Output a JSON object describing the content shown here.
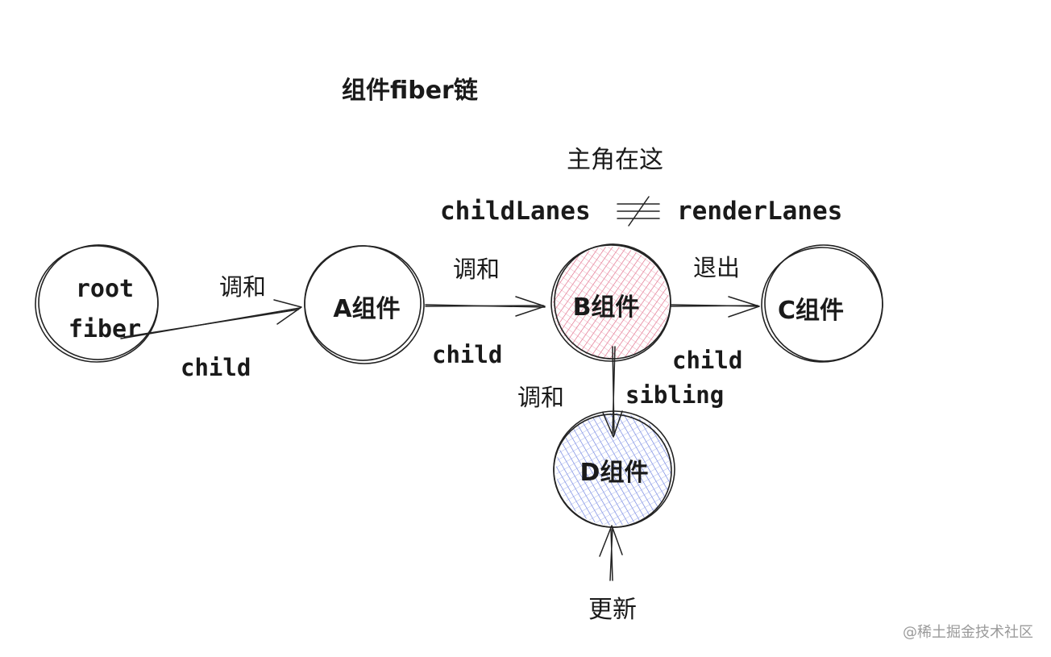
{
  "title": "组件fiber链",
  "highlight": {
    "caption": "主角在这",
    "left": "childLanes",
    "operator": "≠",
    "right": "renderLanes"
  },
  "nodes": {
    "root": {
      "line1": "root",
      "line2": "fiber"
    },
    "a": {
      "label": "A组件"
    },
    "b": {
      "label": "B组件",
      "fill": "#e0607e"
    },
    "c": {
      "label": "C组件"
    },
    "d": {
      "label": "D组件",
      "fill": "#5b72e0"
    }
  },
  "edges": {
    "root_a": {
      "top": "调和",
      "bottom": "child"
    },
    "a_b": {
      "top": "调和",
      "bottom": "child"
    },
    "b_c": {
      "top": "退出",
      "bottom": "child",
      "bottom2": "sibling"
    },
    "b_d": {
      "label": "调和"
    },
    "update": {
      "label": "更新"
    }
  },
  "watermark": "@稀土掘金技术社区"
}
